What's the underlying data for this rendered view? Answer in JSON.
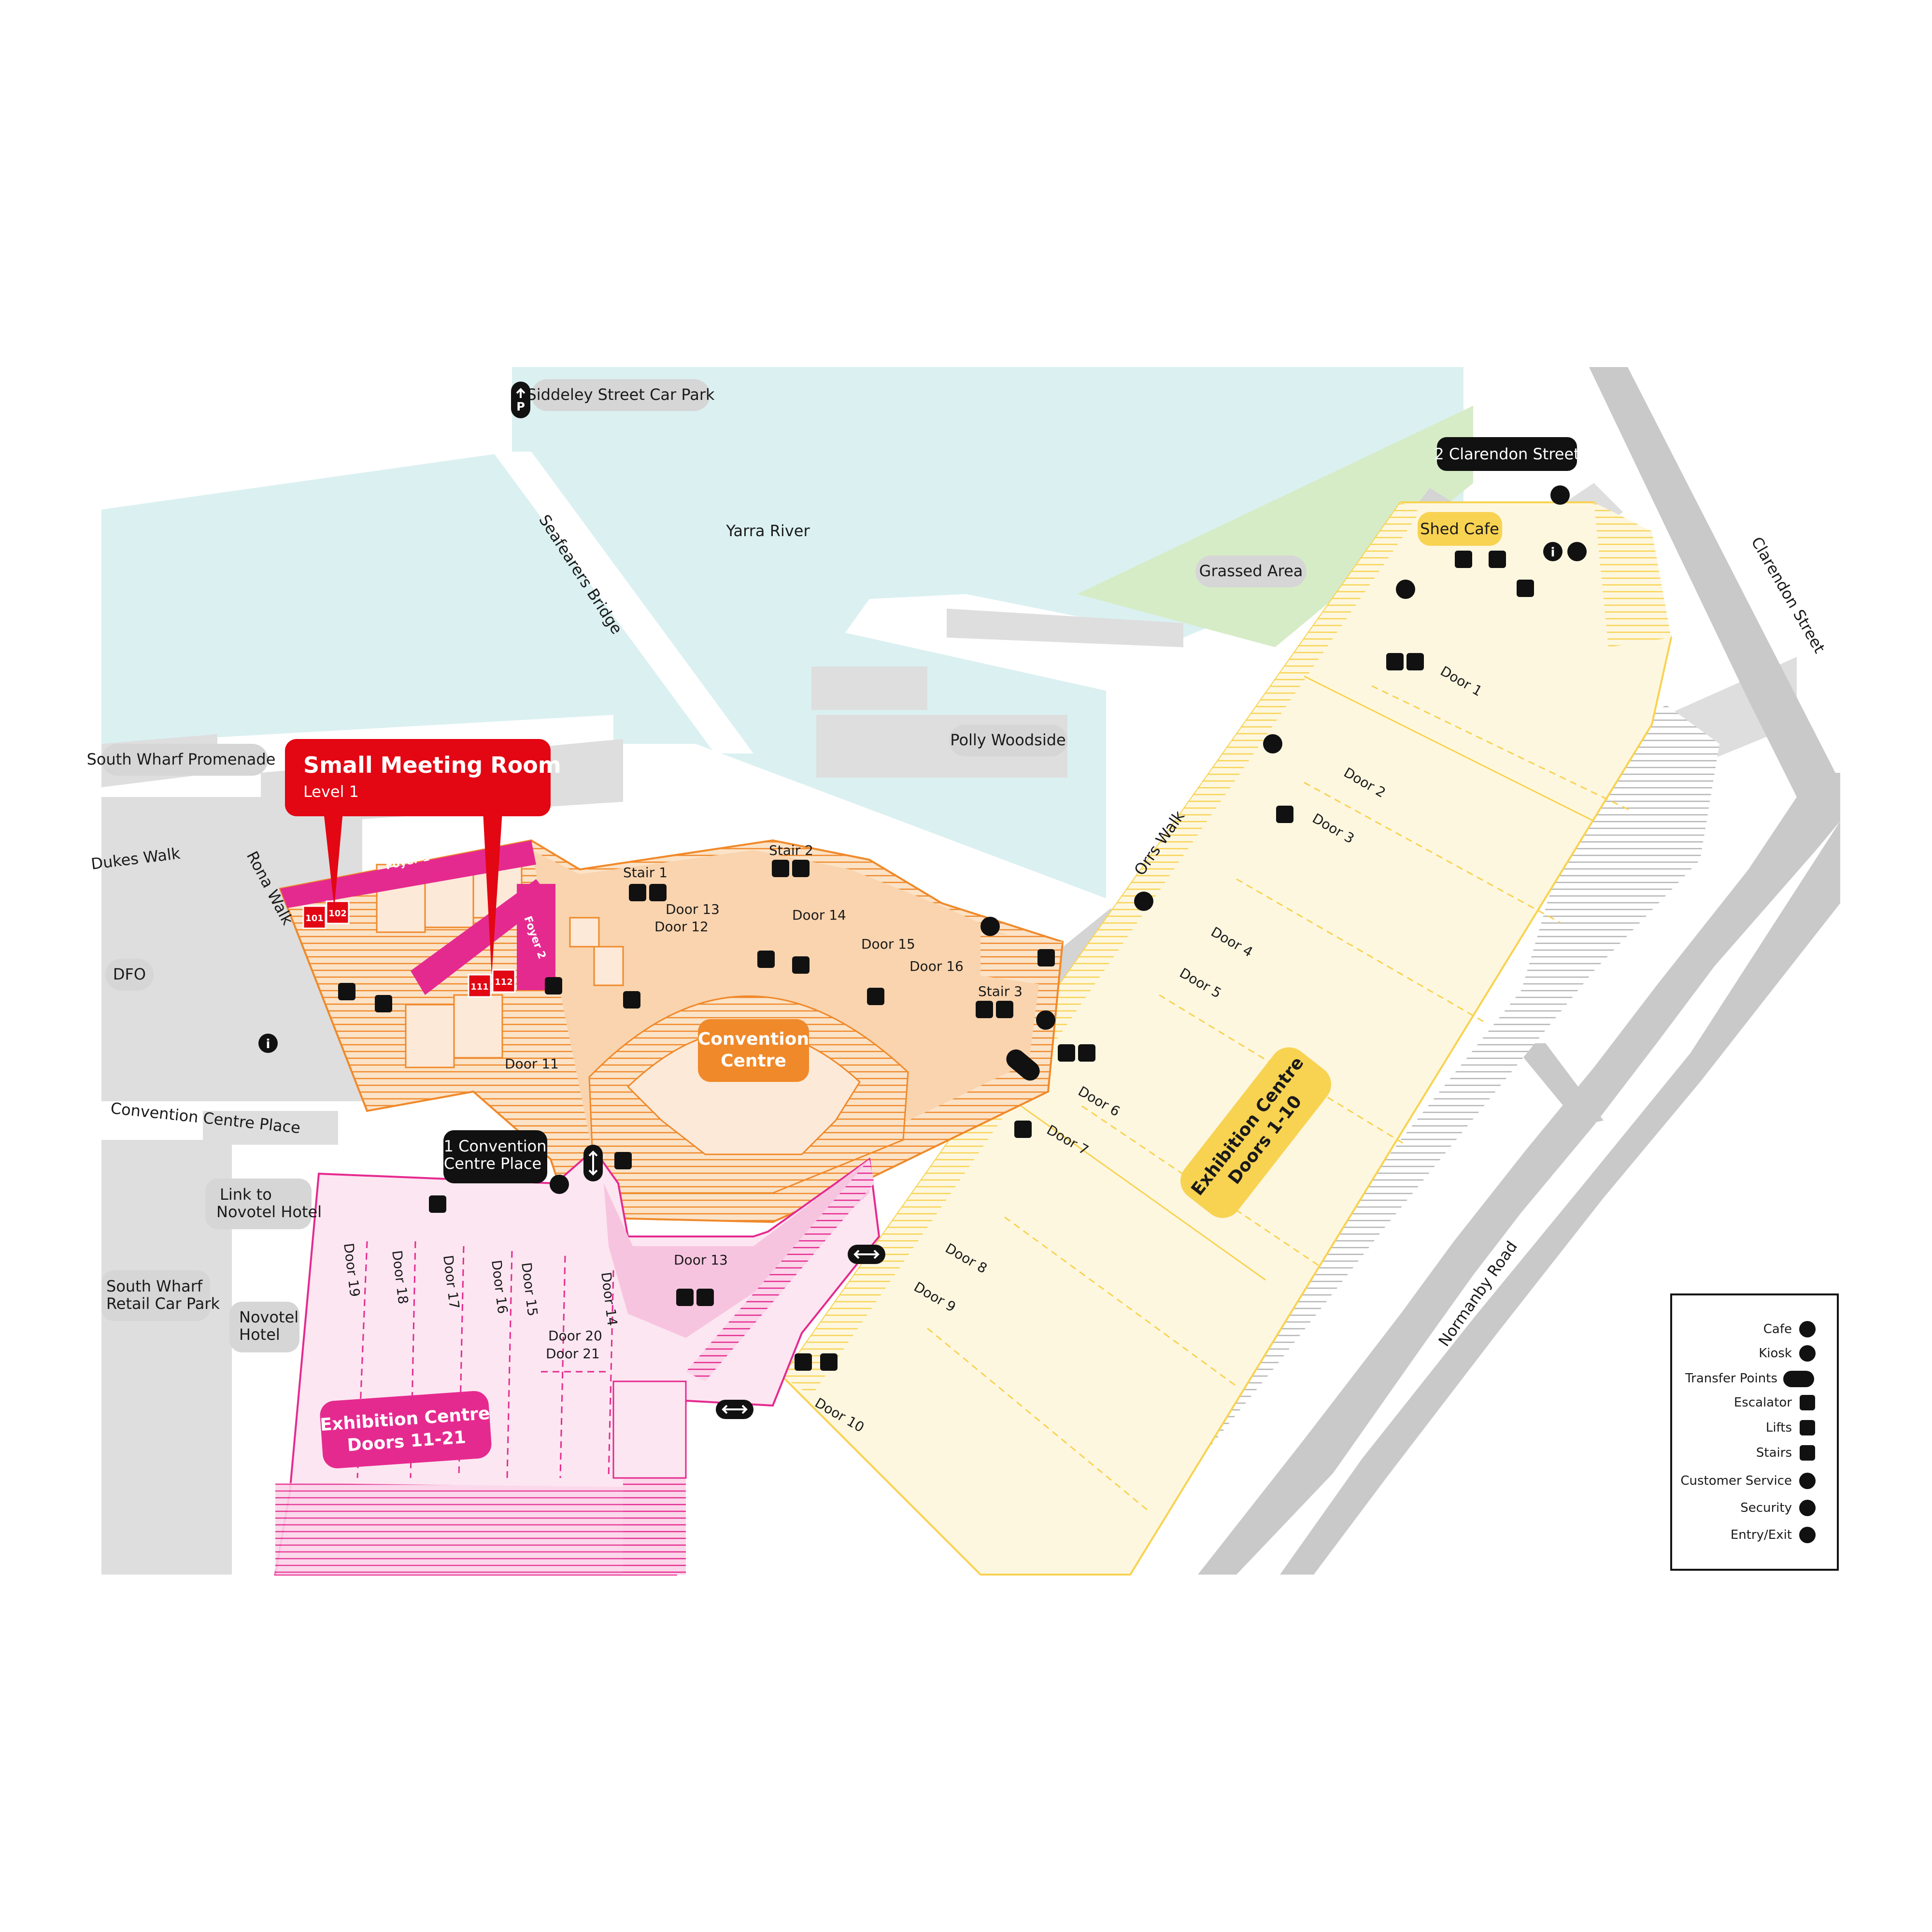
{
  "map": {
    "callout": {
      "title": "Small Meeting Room",
      "subtitle": "Level 1"
    },
    "water": {
      "river": "Yarra River"
    },
    "streets": {
      "seafarers": "Seafearers Bridge",
      "rona": "Rona Walk",
      "dukes": "Dukes Walk",
      "convention_place": "Convention Centre Place",
      "orrs": "Orrs Walk",
      "normanby": "Normanby Road",
      "clarendon": "Clarendon Street"
    },
    "places": {
      "siddeley": "Siddeley Street Car Park",
      "clarendon2": "2 Clarendon Street",
      "shed_cafe": "Shed Cafe",
      "grassed": "Grassed Area",
      "polly": "Polly Woodside",
      "promenade": "South Wharf Promenade",
      "dfo": "DFO",
      "novotel_link_1": "Link to",
      "novotel_link_2": "Novotel Hotel",
      "retail_1": "South Wharf",
      "retail_2": "Retail Car Park",
      "novotel_1": "Novotel",
      "novotel_2": "Hotel",
      "conv_place_1": "1 Convention",
      "conv_place_2": "Centre Place"
    },
    "venues": {
      "convention_1": "Convention",
      "convention_2": "Centre",
      "exhib_yellow_1": "Exhibition Centre",
      "exhib_yellow_2": "Doors 1-10",
      "exhib_pink_1": "Exhibition Centre",
      "exhib_pink_2": "Doors 11-21"
    },
    "rooms": {
      "foyer1": "Foyer 1",
      "foyer2": "Foyer 2",
      "r101": "101",
      "r102": "102",
      "r111": "111",
      "r112": "112"
    },
    "stairs": {
      "s1": "Stair 1",
      "s2": "Stair 2",
      "s3": "Stair 3"
    },
    "conv_doors": {
      "d11": "Door 11",
      "d12": "Door 12",
      "d13": "Door 13",
      "d14": "Door 14",
      "d15": "Door 15",
      "d16": "Door 16"
    },
    "exhib_doors": {
      "d1": "Door 1",
      "d2": "Door 2",
      "d3": "Door 3",
      "d4": "Door 4",
      "d5": "Door 5",
      "d6": "Door 6",
      "d7": "Door 7",
      "d8": "Door 8",
      "d9": "Door 9",
      "d10": "Door 10"
    },
    "pink_doors": {
      "d13": "Door 13",
      "d14": "Door 14",
      "d15": "Door 15",
      "d16": "Door 16",
      "d17": "Door 17",
      "d18": "Door 18",
      "d19": "Door 19",
      "d20": "Door 20",
      "d21": "Door 21"
    },
    "icon_glyphs": {
      "parking": "P",
      "info": "i"
    }
  },
  "legend": {
    "items": [
      {
        "label": "Cafe",
        "icon": "cafe-icon"
      },
      {
        "label": "Kiosk",
        "icon": "kiosk-icon"
      },
      {
        "label": "Transfer Points",
        "icon": "transfer-icon"
      },
      {
        "label": "Escalator",
        "icon": "escalator-icon"
      },
      {
        "label": "Lifts",
        "icon": "lift-icon"
      },
      {
        "label": "Stairs",
        "icon": "stairs-icon"
      },
      {
        "label": "Customer Service",
        "icon": "info-icon"
      },
      {
        "label": "Security",
        "icon": "security-icon"
      },
      {
        "label": "Entry/Exit",
        "icon": "entry-exit-icon"
      }
    ]
  },
  "colors": {
    "water": "#dbf0f1",
    "grass": "#d6ecc7",
    "building_grey": "#dedede",
    "road_grey": "#bdbdbd",
    "orange": "#f0892a",
    "orange_fill": "#f9d4ae",
    "yellow": "#f8d352",
    "yellow_fill": "#fef3d2",
    "pink": "#e52a8f",
    "pink_fill": "#f7c4df",
    "red": "#e30613"
  }
}
